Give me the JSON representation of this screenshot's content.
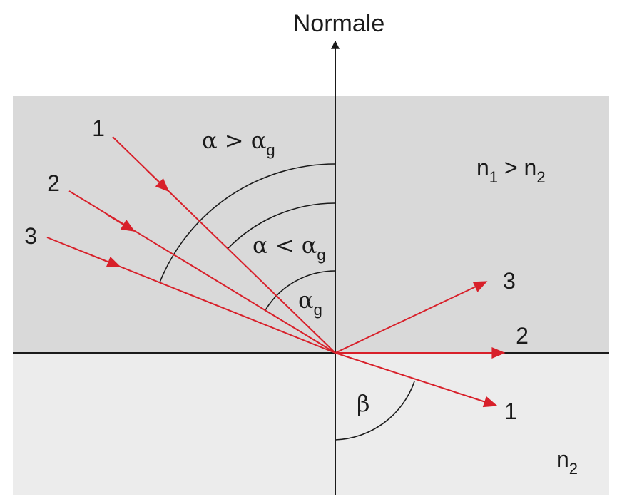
{
  "normal_label": "Normale",
  "ray_labels_incident": [
    "1",
    "2",
    "3"
  ],
  "ray_labels_outgoing": [
    "3",
    "2",
    "1"
  ],
  "angle_labels": {
    "alpha_gt": {
      "base": "α > α",
      "sub": "g"
    },
    "alpha_lt": {
      "base": "α < α",
      "sub": "g"
    },
    "alpha_g": {
      "base": "α",
      "sub": "g"
    },
    "beta": "β"
  },
  "media_labels": {
    "upper": {
      "n1": "n",
      "n1_sub": "1",
      "rel": " > n",
      "n2_sub": "2"
    },
    "lower": {
      "base": "n",
      "sub": "2"
    }
  },
  "colors": {
    "ray": "#d8202a",
    "upper_medium": "#d9d9d9",
    "lower_medium": "#ececec",
    "line": "#1a1a1a"
  }
}
